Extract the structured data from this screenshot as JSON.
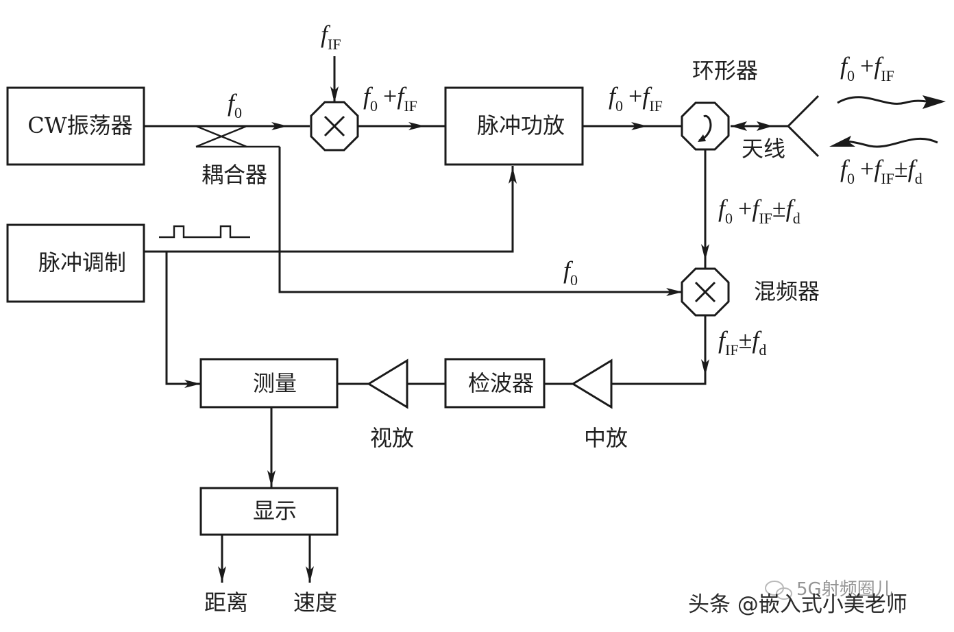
{
  "blocks": {
    "cw_oscillator": "CW振荡器",
    "pulse_modulation": "脉冲调制",
    "pulse_power_amp": "脉冲功放",
    "measurement": "测量",
    "detector": "检波器",
    "display": "显示"
  },
  "labels": {
    "coupler": "耦合器",
    "circulator": "环形器",
    "antenna": "天线",
    "mixer": "混频器",
    "video_amp": "视放",
    "if_amp": "中放",
    "range": "距离",
    "velocity": "速度"
  },
  "signals": {
    "f": "f",
    "sub_0": "0",
    "sub_IF": "IF",
    "sub_d": "d",
    "plus": "+",
    "plus_minus": "±"
  },
  "watermarks": {
    "wechat": "5G射频圈儿",
    "toutiao": "头条 @嵌入式小美老师"
  }
}
